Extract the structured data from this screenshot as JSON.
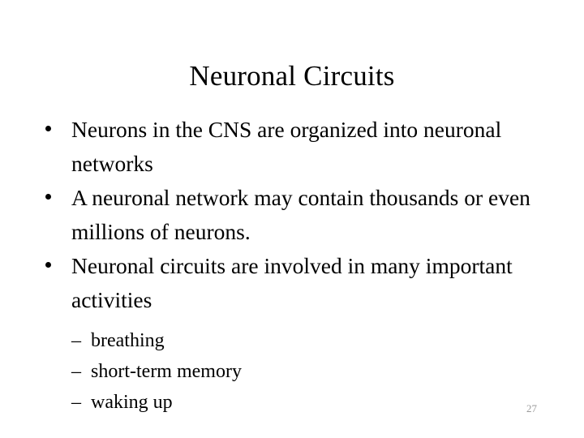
{
  "slide": {
    "title": "Neuronal Circuits",
    "page_number": "27",
    "background_color": "#ffffff",
    "text_color": "#000000",
    "page_number_color": "#9a9a9a",
    "bullet_marker": "•",
    "sub_bullet_marker": "–",
    "bullets": [
      {
        "text": "Neurons in the CNS are organized into neuronal networks"
      },
      {
        "text": "A neuronal network may contain thousands or even millions of neurons."
      },
      {
        "text": "Neuronal circuits are involved in many important activities"
      }
    ],
    "sub_bullets": [
      {
        "text": "breathing"
      },
      {
        "text": "short-term memory"
      },
      {
        "text": "waking up"
      }
    ]
  }
}
